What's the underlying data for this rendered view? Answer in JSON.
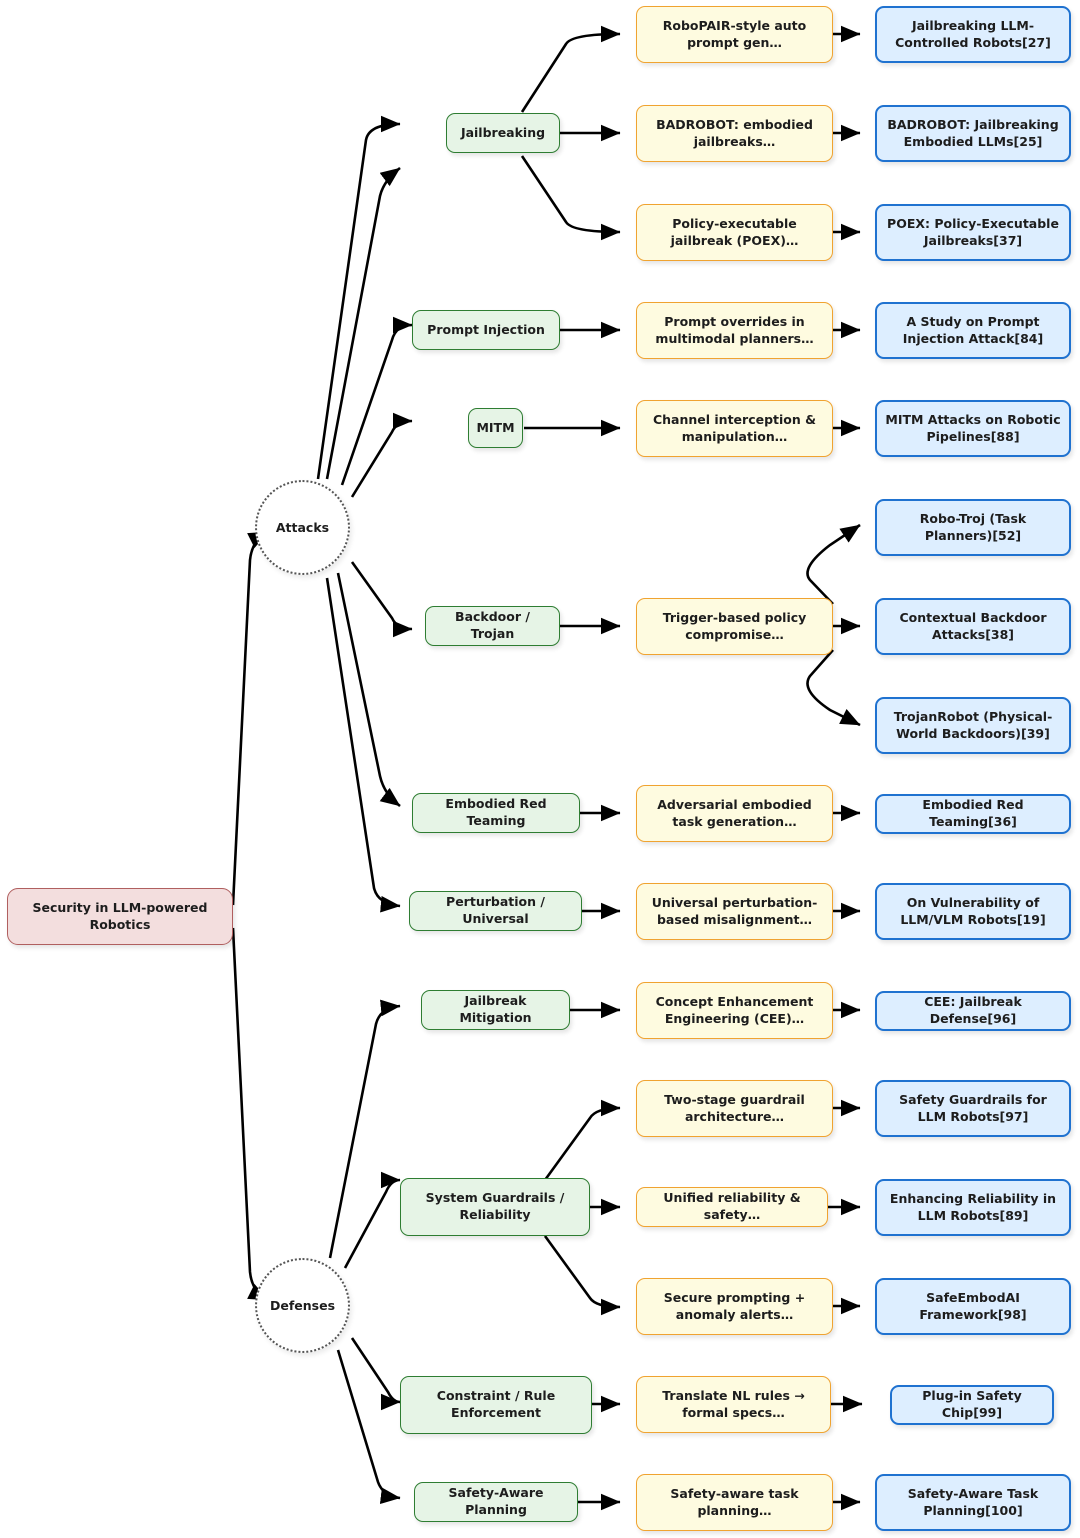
{
  "diagram": {
    "title": "Security in LLM-powered Robotics",
    "type": "mindmap-tree",
    "colors": {
      "root_fill": "#f3dede",
      "root_stroke": "#b05f5f",
      "category_fill": "#e6f4e6",
      "category_stroke": "#2e7d32",
      "description_fill": "#fefbe0",
      "description_stroke": "#f0a330",
      "reference_fill": "#ddeeff",
      "reference_stroke": "#1f72d0",
      "hub_stroke": "#555555",
      "edge_stroke": "#000000"
    }
  },
  "root": {
    "label": "Security in LLM-powered Robotics"
  },
  "hubs": [
    {
      "id": "attacks",
      "label": "Attacks"
    },
    {
      "id": "defenses",
      "label": "Defenses"
    }
  ],
  "categories": [
    {
      "id": "jailbreaking",
      "label": "Jailbreaking",
      "hub": "attacks"
    },
    {
      "id": "prompt-injection",
      "label": "Prompt Injection",
      "hub": "attacks"
    },
    {
      "id": "mitm",
      "label": "MITM",
      "hub": "attacks"
    },
    {
      "id": "backdoor-trojan",
      "label": "Backdoor / Trojan",
      "hub": "attacks"
    },
    {
      "id": "embodied-red-teaming",
      "label": "Embodied Red Teaming",
      "hub": "attacks"
    },
    {
      "id": "perturbation-universal",
      "label": "Perturbation / Universal",
      "hub": "attacks"
    },
    {
      "id": "jailbreak-mitigation",
      "label": "Jailbreak Mitigation",
      "hub": "defenses"
    },
    {
      "id": "system-guardrails",
      "label": "System Guardrails / Reliability",
      "hub": "defenses"
    },
    {
      "id": "constraint-rule-enforcement",
      "label": "Constraint / Rule Enforcement",
      "hub": "defenses"
    },
    {
      "id": "safety-aware-planning",
      "label": "Safety-Aware Planning",
      "hub": "defenses"
    }
  ],
  "descriptions": [
    {
      "id": "d-robopair",
      "label": "RoboPAIR-style auto prompt gen…"
    },
    {
      "id": "d-badrobot",
      "label": "BADROBOT: embodied jailbreaks…"
    },
    {
      "id": "d-poex",
      "label": "Policy-executable jailbreak (POEX)…"
    },
    {
      "id": "d-prompt-overrides",
      "label": "Prompt overrides in multimodal planners…"
    },
    {
      "id": "d-channel-interception",
      "label": "Channel interception & manipulation…"
    },
    {
      "id": "d-trigger-policy",
      "label": "Trigger-based policy compromise…"
    },
    {
      "id": "d-adversarial-embodied",
      "label": "Adversarial embodied task generation…"
    },
    {
      "id": "d-universal-perturbation",
      "label": "Universal perturbation-based misalignment…"
    },
    {
      "id": "d-cee",
      "label": "Concept Enhancement Engineering (CEE)…"
    },
    {
      "id": "d-two-stage-guardrail",
      "label": "Two-stage guardrail architecture…"
    },
    {
      "id": "d-unified-reliability",
      "label": "Unified reliability & safety…"
    },
    {
      "id": "d-secure-prompting",
      "label": "Secure prompting + anomaly alerts…"
    },
    {
      "id": "d-translate-nl",
      "label": "Translate NL rules → formal specs…"
    },
    {
      "id": "d-safety-aware-task",
      "label": "Safety-aware task planning…"
    }
  ],
  "references": [
    {
      "id": "r27",
      "label": "Jailbreaking LLM-Controlled Robots[27]",
      "cite": "27"
    },
    {
      "id": "r25",
      "label": "BADROBOT: Jailbreaking Embodied LLMs[25]",
      "cite": "25"
    },
    {
      "id": "r37",
      "label": "POEX: Policy-Executable Jailbreaks[37]",
      "cite": "37"
    },
    {
      "id": "r84",
      "label": "A Study on Prompt Injection Attack[84]",
      "cite": "84"
    },
    {
      "id": "r88",
      "label": "MITM Attacks on Robotic Pipelines[88]",
      "cite": "88"
    },
    {
      "id": "r52",
      "label": "Robo-Troj (Task Planners)[52]",
      "cite": "52"
    },
    {
      "id": "r38",
      "label": "Contextual Backdoor Attacks[38]",
      "cite": "38"
    },
    {
      "id": "r39",
      "label": "TrojanRobot (Physical-World Backdoors)[39]",
      "cite": "39"
    },
    {
      "id": "r36",
      "label": "Embodied Red Teaming[36]",
      "cite": "36"
    },
    {
      "id": "r19",
      "label": "On Vulnerability of LLM/VLM Robots[19]",
      "cite": "19"
    },
    {
      "id": "r96",
      "label": "CEE: Jailbreak Defense[96]",
      "cite": "96"
    },
    {
      "id": "r97",
      "label": "Safety Guardrails for LLM Robots[97]",
      "cite": "97"
    },
    {
      "id": "r89",
      "label": "Enhancing Reliability in LLM Robots[89]",
      "cite": "89"
    },
    {
      "id": "r98",
      "label": "SafeEmbodAI Framework[98]",
      "cite": "98"
    },
    {
      "id": "r99",
      "label": "Plug-in Safety Chip[99]",
      "cite": "99"
    },
    {
      "id": "r100",
      "label": "Safety-Aware Task Planning[100]",
      "cite": "100"
    }
  ]
}
